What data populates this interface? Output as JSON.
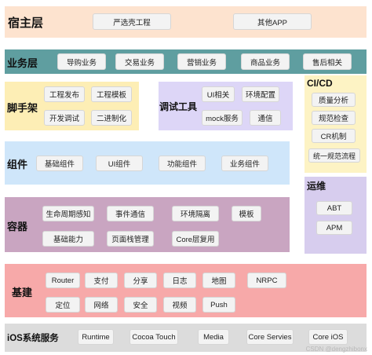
{
  "colors": {
    "host": "#fde3cf",
    "business": "#5f9ea0",
    "scaffold": "#fdeeb5",
    "debug": "#ddd6f7",
    "cicd": "#fdf3c4",
    "component": "#cfe6fa",
    "container": "#c9a5c1",
    "ops": "#d7cdee",
    "infra": "#f7a9a9",
    "ios": "#dcdcdc"
  },
  "host": {
    "title": "宿主层",
    "items": [
      "严选壳工程",
      "其他APP"
    ]
  },
  "business": {
    "title": "业务层",
    "items": [
      "导购业务",
      "交易业务",
      "营销业务",
      "商品业务",
      "售后相关"
    ]
  },
  "scaffold": {
    "title": "脚手架",
    "items": [
      "工程发布",
      "工程模板",
      "开发调试",
      "二进制化"
    ]
  },
  "debug": {
    "title": "调试工具",
    "items": [
      "UI相关",
      "环境配置",
      "mock服务",
      "通信"
    ]
  },
  "cicd": {
    "title": "CI/CD",
    "items": [
      "质量分析",
      "规范检查",
      "CR机制",
      "统一规范流程"
    ]
  },
  "component": {
    "title": "组件",
    "items": [
      "基础组件",
      "UI组件",
      "功能组件",
      "业务组件"
    ]
  },
  "ops": {
    "title": "运维",
    "items": [
      "ABT",
      "APM"
    ]
  },
  "container": {
    "title": "容器",
    "items": [
      "生命周期感知",
      "事件通信",
      "环境隔离",
      "模板",
      "基础能力",
      "页面栈管理",
      "Core层复用"
    ]
  },
  "infra": {
    "title": "基建",
    "items": [
      "Router",
      "支付",
      "分享",
      "日志",
      "地图",
      "NRPC",
      "定位",
      "网络",
      "安全",
      "视频",
      "Push"
    ]
  },
  "ios": {
    "title": "iOS系统服务",
    "items": [
      "Runtime",
      "Cocoa Touch",
      "Media",
      "Core Servies",
      "Core iOS"
    ]
  },
  "watermark": "CSDN @dengzhibonx"
}
